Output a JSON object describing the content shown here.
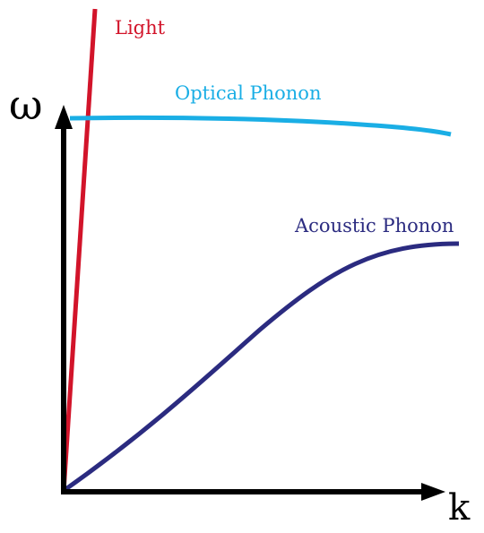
{
  "diagram": {
    "axes": {
      "y_label": "ω",
      "x_label": "k"
    },
    "curves": {
      "light": {
        "label": "Light",
        "color": "#d2142a"
      },
      "optical": {
        "label": "Optical Phonon",
        "color": "#1aaee5"
      },
      "acoustic": {
        "label": "Acoustic Phonon",
        "color": "#2b2b80"
      }
    },
    "axis_color": "#000000"
  }
}
